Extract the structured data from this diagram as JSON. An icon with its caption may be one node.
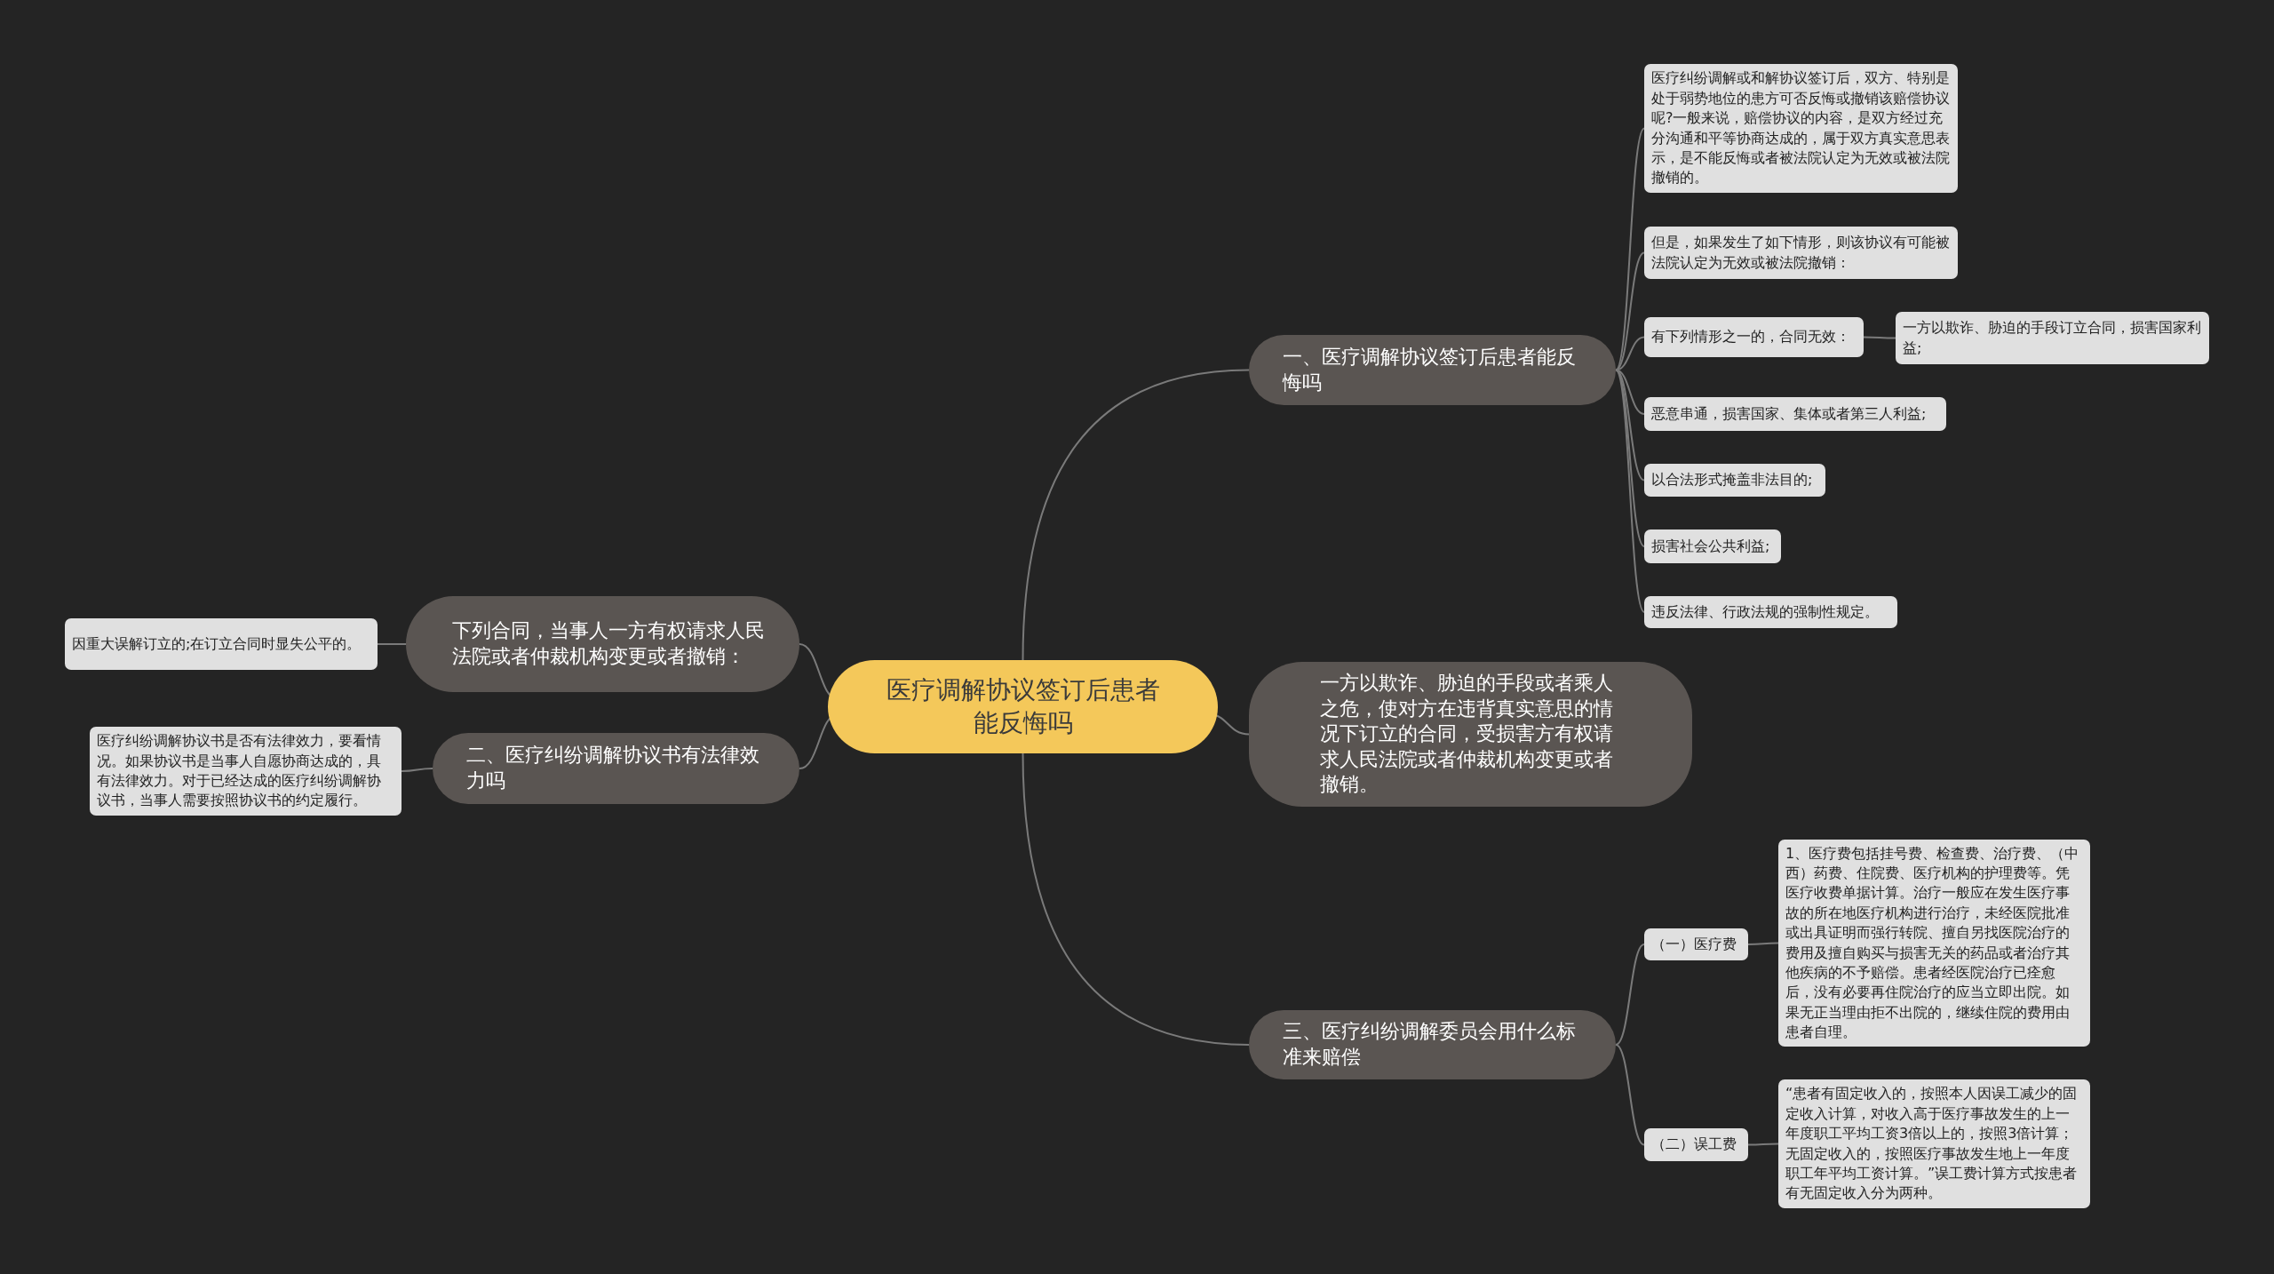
{
  "diagram": {
    "nodes": [
      {
        "text": [
          "医疗调解协议签订后患者能反悔吗"
        ]
      },
      {
        "text": [
          "一、医疗调解协议签订后患者能反悔吗"
        ]
      },
      {
        "text": [
          "医疗纠纷调解或和解协议签订后，双方、特别是处于弱势地位的患方可否反悔或撤销该赔偿协议呢?一般来说，赔偿协议的内容，是双方经过充分沟通和平等协商达成的，属于双方真实意思表示，是不能反悔或者被法院认定为无效或被法院撤销的。"
        ]
      },
      {
        "text": [
          "但是，如果发生了如下情形，则该协议有可能被法院认定为无效或被法院撤销："
        ]
      },
      {
        "text": [
          "有下列情形之一的，合同无效："
        ]
      },
      {
        "text": [
          "一方以欺诈、胁迫的手段订立合同，损害国家利益;"
        ]
      },
      {
        "text": [
          "恶意串通，损害国家、集体或者第三人利益;"
        ]
      },
      {
        "text": [
          "以合法形式掩盖非法目的;"
        ]
      },
      {
        "text": [
          "损害社会公共利益;"
        ]
      },
      {
        "text": [
          "违反法律、行政法规的强制性规定。"
        ]
      },
      {
        "text": [
          "一方以欺诈、胁迫的手段或者乘人之危，使对方在违背真实意思的情况下订立的合同，受损害方有权请求人民法院或者仲裁机构变更或者撤销。"
        ]
      },
      {
        "text": [
          "三、医疗纠纷调解委员会用什么标准来赔偿"
        ]
      },
      {
        "text": [
          "（一）医疗费"
        ]
      },
      {
        "text": [
          "1、医疗费包括挂号费、检查费、治疗费、（中西）药费、住院费、医疗机构的护理费等。凭医疗收费单据计算。治疗一般应在发生医疗事故的所在地医疗机构进行治疗，未经医院批准或出具证明而强行转院、擅自另找医院治疗的费用及擅自购买与损害无关的药品或者治疗其他疾病的不予赔偿。患者经医院治疗已痊愈后，没有必要再住院治疗的应当立即出院。如果无正当理由拒不出院的，继续住院的费用由患者自理。"
        ]
      },
      {
        "text": [
          "（二）误工费"
        ]
      },
      {
        "text": [
          "“患者有固定收入的，按照本人因误工减少的固定收入计算，对收入高于医疗事故发生的上一年度职工平均工资3倍以上的，按照3倍计算；无固定收入的，按照医疗事故发生地上一年度职工年平均工资计算。”误工费计算方式按患者有无固定收入分为两种。"
        ]
      },
      {
        "text": [
          "下列合同，当事人一方有权请求人民法院或者仲裁机构变更或者撤销："
        ]
      },
      {
        "text": [
          "因重大误解订立的;在订立合同时显失公平的。"
        ]
      },
      {
        "text": [
          "二、医疗纠纷调解协议书有法律效力吗"
        ]
      },
      {
        "text": [
          "医疗纠纷调解协议书是否有法律效力，要看情况。如果协议书是当事人自愿协商达成的，具有法律效力。对于已经达成的医疗纠纷调解协议书，当事人需要按照协议书的约定履行。"
        ]
      }
    ],
    "edges": [
      {
        "from": 0,
        "to": 1,
        "arrow": "none"
      },
      {
        "from": 1,
        "to": 2,
        "arrow": "none"
      },
      {
        "from": 1,
        "to": 3,
        "arrow": "none"
      },
      {
        "from": 1,
        "to": 4,
        "arrow": "none"
      },
      {
        "from": 4,
        "to": 5,
        "arrow": "none"
      },
      {
        "from": 1,
        "to": 6,
        "arrow": "none"
      },
      {
        "from": 1,
        "to": 7,
        "arrow": "none"
      },
      {
        "from": 1,
        "to": 8,
        "arrow": "none"
      },
      {
        "from": 1,
        "to": 9,
        "arrow": "none"
      },
      {
        "from": 0,
        "to": 10,
        "arrow": "none"
      },
      {
        "from": 0,
        "to": 11,
        "arrow": "none"
      },
      {
        "from": 11,
        "to": 12,
        "arrow": "none"
      },
      {
        "from": 12,
        "to": 13,
        "arrow": "none"
      },
      {
        "from": 11,
        "to": 14,
        "arrow": "none"
      },
      {
        "from": 14,
        "to": 15,
        "arrow": "none"
      },
      {
        "from": 0,
        "to": 16,
        "arrow": "none"
      },
      {
        "from": 16,
        "to": 17,
        "arrow": "none"
      },
      {
        "from": 0,
        "to": 18,
        "arrow": "none"
      },
      {
        "from": 18,
        "to": 19,
        "arrow": "none"
      }
    ]
  }
}
